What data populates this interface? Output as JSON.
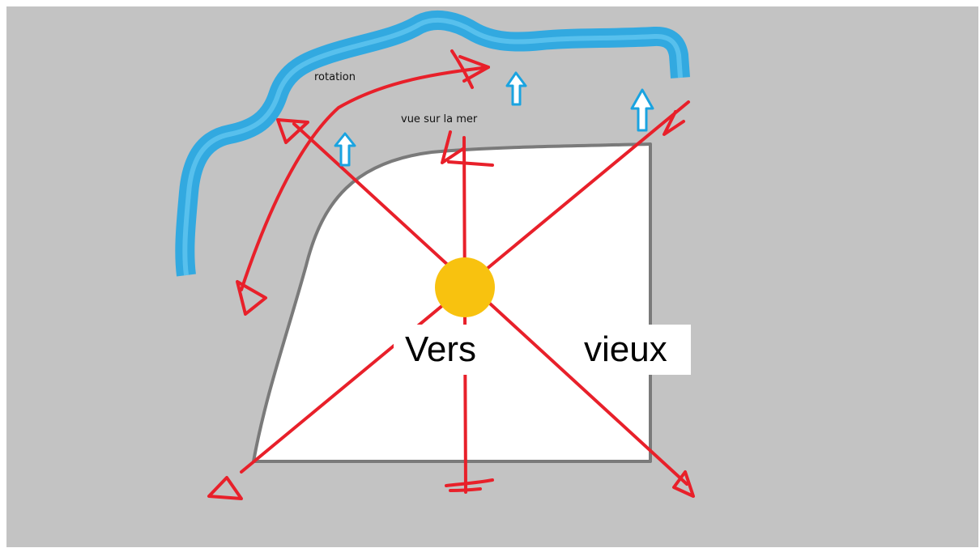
{
  "labels": {
    "rotation": "rotation",
    "sea_view": "vue sur la mer",
    "vers": "Vers",
    "vieux": "vieux"
  },
  "colors": {
    "background": "#c3c3c3",
    "building_fill": "#ffffff",
    "building_outline": "#7a7a7a",
    "river": "#29a9e1",
    "arrows": "#e8202a",
    "sun": "#f8c20f",
    "up_arrows": "#1aa3e0"
  },
  "icons": [
    "sun-icon",
    "up-arrow-icon",
    "red-arrow"
  ]
}
